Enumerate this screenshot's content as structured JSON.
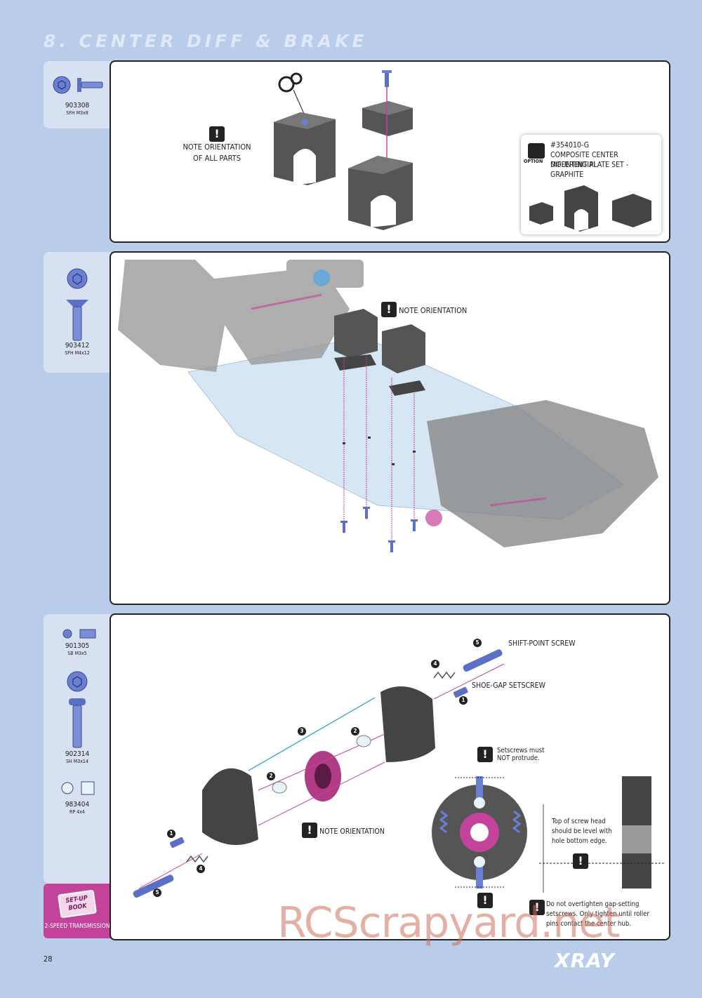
{
  "header": {
    "title": "8. CENTER DIFF & BRAKE"
  },
  "step1": {
    "part": {
      "code": "903308",
      "desc": "SFH M3x8"
    },
    "note": [
      "NOTE ORIENTATION",
      "OF ALL PARTS"
    ],
    "option": {
      "badge": "OPTION",
      "code": "#354010-G",
      "lines": [
        "COMPOSITE CENTER DIFFERENTIAL",
        "MOUNTING PLATE SET - GRAPHITE"
      ]
    }
  },
  "step2": {
    "part": {
      "code": "903412",
      "desc": "SFH M4x12"
    },
    "note": "NOTE ORIENTATION"
  },
  "step3": {
    "parts": [
      {
        "code": "901305",
        "desc": "SB M3x5"
      },
      {
        "code": "902314",
        "desc": "SH M3x14"
      },
      {
        "code": "983404",
        "desc": "RP 4x4"
      }
    ],
    "labels": {
      "shift_point": "SHIFT-POINT SCREW",
      "shoe_gap": "SHOE-GAP SETSCREW",
      "note": "NOTE ORIENTATION",
      "setscrews": [
        "Setscrews must",
        "NOT protrude."
      ],
      "top_of_screw": [
        "Top of screw head",
        "should be level with",
        "hole bottom edge."
      ],
      "overtighten": [
        "Do not overtighten gap-setting",
        "setscrews. Only tighten until roller",
        "pins contact the center hub."
      ]
    },
    "callouts": [
      "1",
      "2",
      "3",
      "4",
      "5"
    ]
  },
  "setup_book": {
    "title": "SET-UP BOOK",
    "label": "2-SPEED TRANSMISSION"
  },
  "footer": {
    "page": "28",
    "brand": "XRAY",
    "watermark": "RCScrapyard.net"
  },
  "colors": {
    "background": "#b9cdea",
    "sidecard": "#d7e1f2",
    "accent": "#c4439a",
    "screw": "#5b6fc4"
  }
}
